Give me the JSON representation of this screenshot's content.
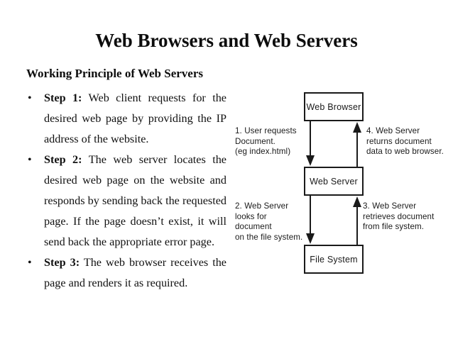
{
  "slide": {
    "title": "Web Browsers and Web Servers",
    "subheading": "Working Principle of Web Servers",
    "bullet_marker": "•"
  },
  "steps": [
    {
      "label": "Step 1:",
      "text": " Web client requests for the desired web page by providing the IP address of the website."
    },
    {
      "label": "Step 2:",
      "text": " The web server locates the desired web page on the website and responds by sending back the requested page. If the page doesn’t exist, it will send back the appropriate error page."
    },
    {
      "label": "Step 3:",
      "text": " The web browser receives the page and renders it as required."
    }
  ],
  "diagram": {
    "nodes": {
      "browser": "Web Browser",
      "server": "Web Server",
      "filesystem": "File System"
    },
    "edges": {
      "step1": "1. User requests\nDocument.\n(eg index.html)",
      "step4": "4. Web Server\nreturns document\ndata to web browser.",
      "step2": "2. Web Server\nlooks for document\non the file system.",
      "step3": "3. Web Server\nretrieves document\nfrom file system."
    },
    "colors": {
      "stroke": "#1a1a1a",
      "background": "#ffffff",
      "text": "#1a1a1a"
    }
  }
}
